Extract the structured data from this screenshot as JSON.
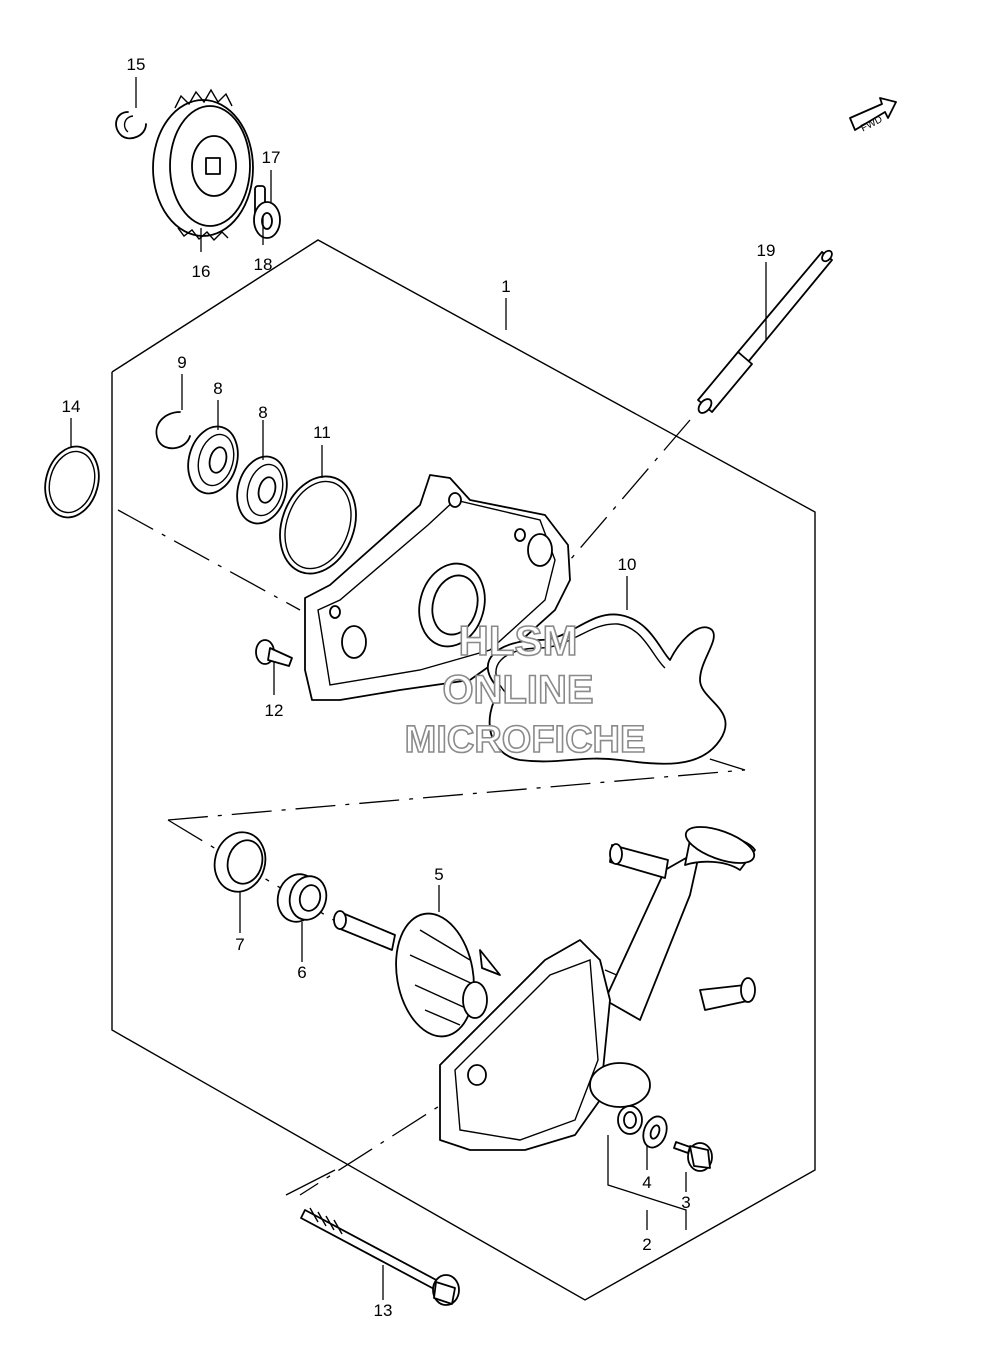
{
  "callouts": [
    "1",
    "2",
    "3",
    "4",
    "5",
    "6",
    "7",
    "8",
    "8",
    "9",
    "10",
    "11",
    "12",
    "13",
    "14",
    "15",
    "16",
    "17",
    "18",
    "19"
  ],
  "fwd_label": "FWD",
  "watermark": {
    "line1": "HLSM",
    "line2": "ONLINE",
    "line3": "MICROFICHE"
  }
}
